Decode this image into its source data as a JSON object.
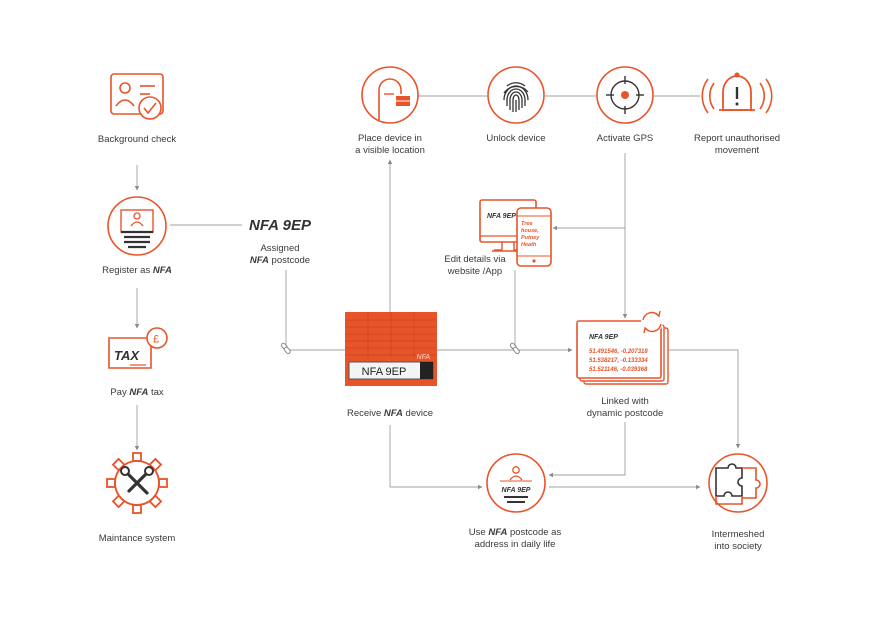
{
  "colors": {
    "accent": "#e8542a",
    "line": "#9a9a9a",
    "text": "#3a3a3a",
    "dark": "#333333"
  },
  "steps": {
    "background_check": "Background check",
    "register_prefix": "Register as ",
    "register_em": "NFA",
    "pay_prefix": "Pay ",
    "pay_em": "NFA",
    "pay_suffix": " tax",
    "maintenance": "Maintance system",
    "place_device_1": "Place device in",
    "place_device_2": "a visible location",
    "unlock_device": "Unlock device",
    "activate_gps": "Activate GPS",
    "report_1": "Report unauthorised",
    "report_2": "movement",
    "assigned_1": "Assigned",
    "assigned_em": "NFA",
    "assigned_suffix": " postcode",
    "edit_details_1": "Edit details via",
    "edit_details_2": "website /App",
    "receive_prefix": "Receive ",
    "receive_em": "NFA",
    "receive_suffix": " device",
    "linked_1": "Linked with",
    "linked_2": "dynamic postcode",
    "use_prefix": "Use ",
    "use_em": "NFA",
    "use_suffix": " postcode as",
    "use_2": "address in daily life",
    "intermeshed_1": "Intermeshed",
    "intermeshed_2": "into society"
  },
  "postcode": "NFA 9EP",
  "device": {
    "plate": "NFA 9EP",
    "brand": "NFA"
  },
  "tax_label": "TAX",
  "pound_symbol": "£",
  "phone_address": [
    "Tree",
    "house,",
    "Putney",
    "Heath"
  ],
  "monitor_postcode": "NFA 9EP",
  "gps_card": {
    "postcode": "NFA 9EP",
    "coords": [
      "51.491546, -0.207318",
      "51.538217, -0.133334",
      "51.521146, -0.039368"
    ]
  },
  "use_card_postcode": "NFA 9EP"
}
